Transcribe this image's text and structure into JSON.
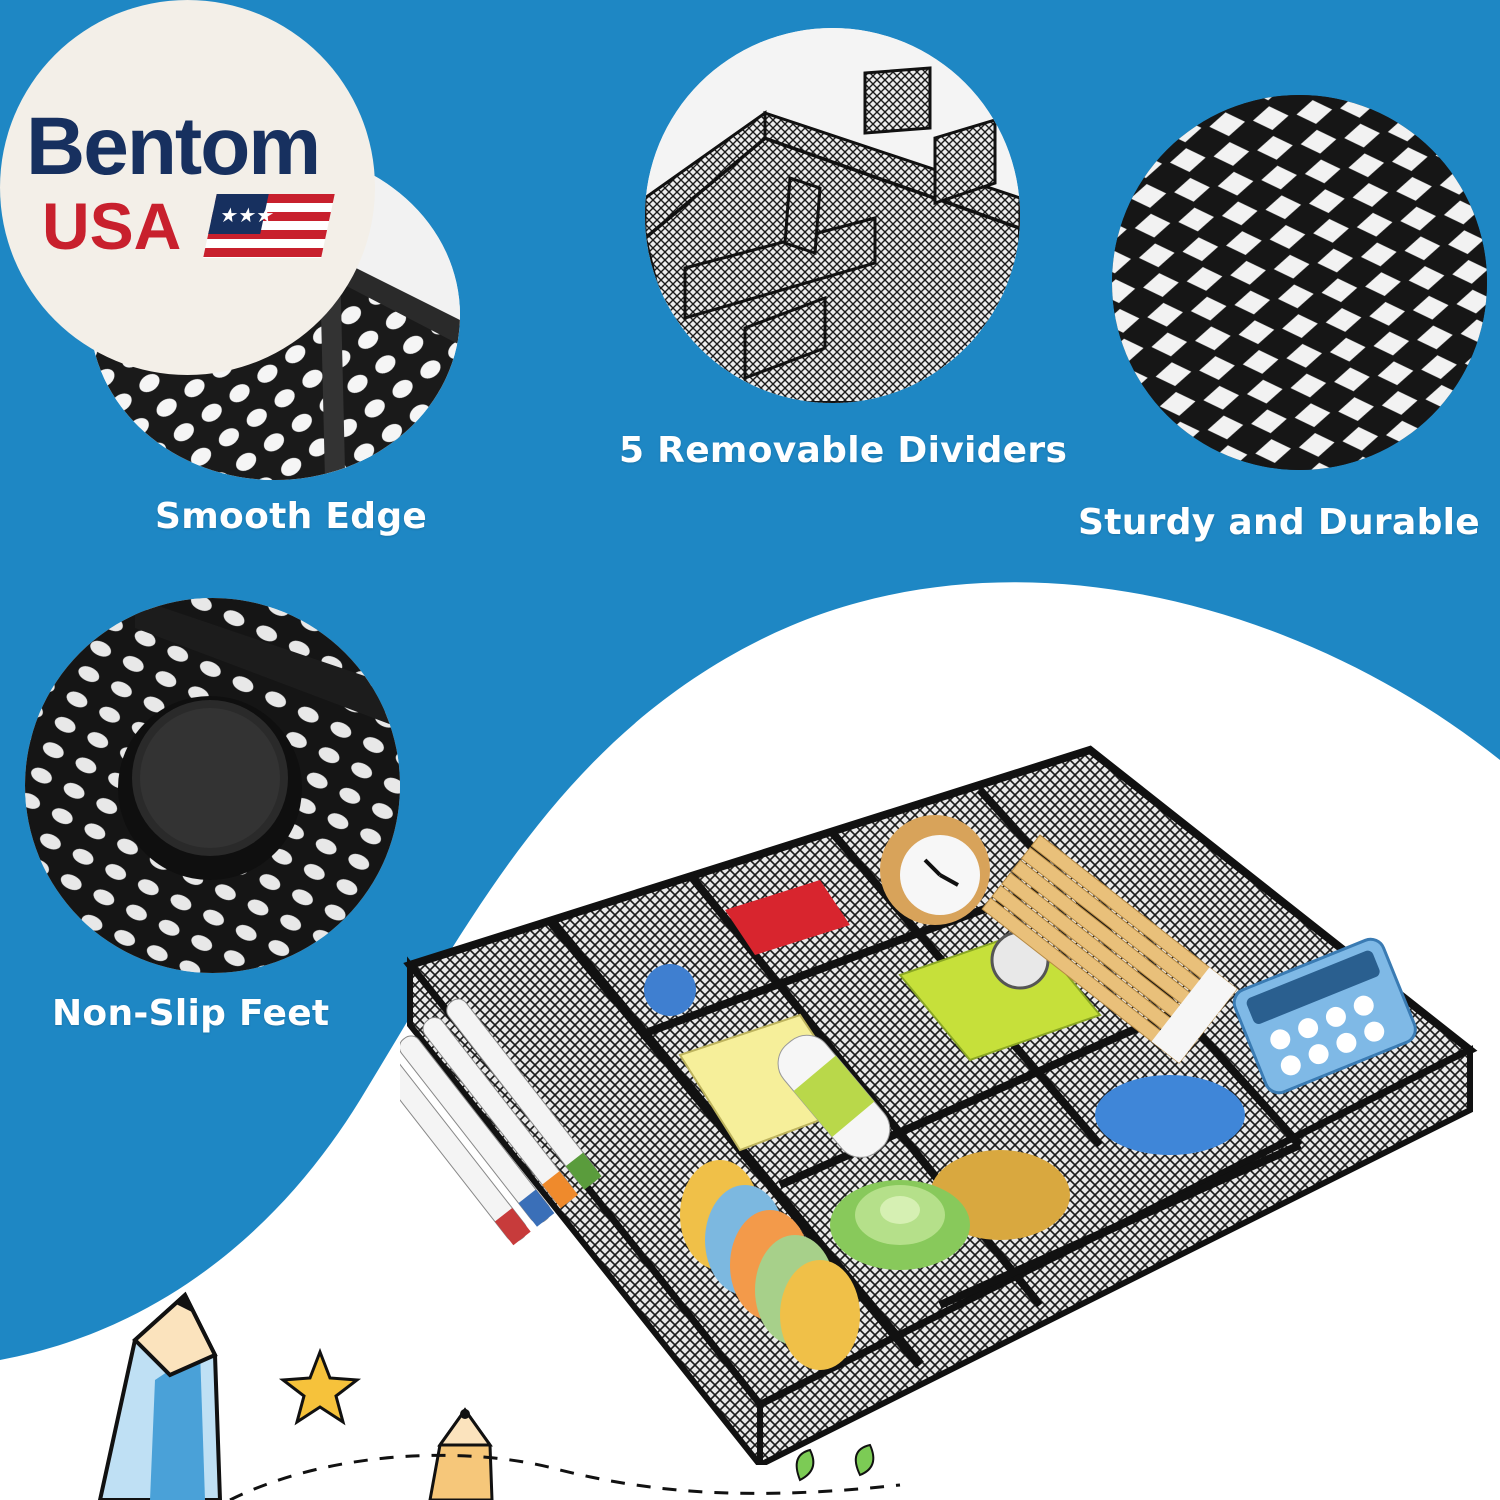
{
  "brand": {
    "name_line1": "Bentom",
    "name_line2": "USA",
    "colors": {
      "navy": "#17305f",
      "red": "#c8202d",
      "white": "#ffffff",
      "cream": "#f3efe8"
    }
  },
  "features": {
    "smooth_edge": "Smooth Edge",
    "removable_dividers": "5 Removable Dividers",
    "sturdy_durable": "Sturdy and Durable",
    "non_slip_feet": "Non-Slip Feet"
  },
  "theme": {
    "background_blue": "#1e87c4",
    "panel_white": "#ffffff",
    "mesh_black": "#1b1b1b"
  }
}
